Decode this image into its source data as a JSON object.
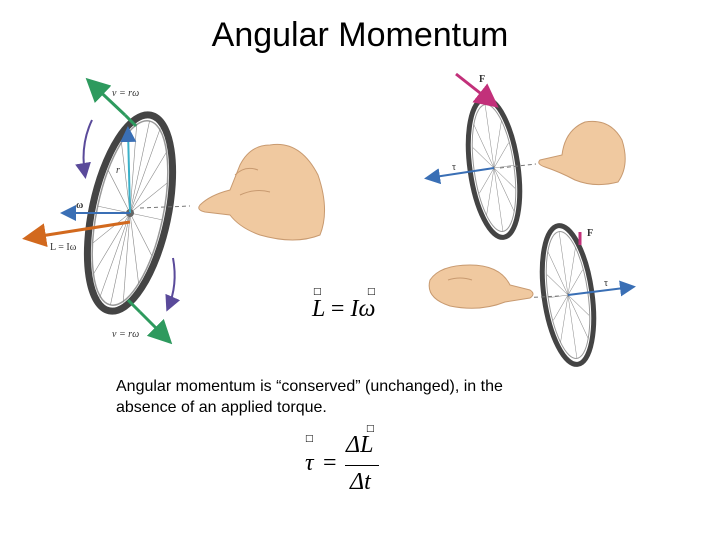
{
  "title": "Angular Momentum",
  "body_text": {
    "line1": "Angular momentum is “conserved” (unchanged), in the",
    "line2": "absence of an applied torque."
  },
  "left_figure": {
    "label_v_top": "v = rω",
    "label_v_bottom": "v = rω",
    "label_r": "r",
    "label_omega": "ω",
    "label_L": "L = Iω"
  },
  "right_figures": {
    "label_F_top": "F",
    "label_tau_top": "τ",
    "label_F_bottom": "F",
    "label_tau_bottom": "τ"
  },
  "equation1": {
    "lhs": "L",
    "eq": "=",
    "rhs_I": "I",
    "rhs_omega": "ω"
  },
  "equation2": {
    "lhs": "τ",
    "eq": "=",
    "num": "ΔL",
    "den": "Δt"
  },
  "colors": {
    "green_arrow": "#2e9a5e",
    "orange_arrow": "#d2691e",
    "blue_arrow": "#3a6fb5",
    "magenta_arrow": "#c2307a",
    "skin": "#f0c9a0",
    "tire": "#555555"
  }
}
